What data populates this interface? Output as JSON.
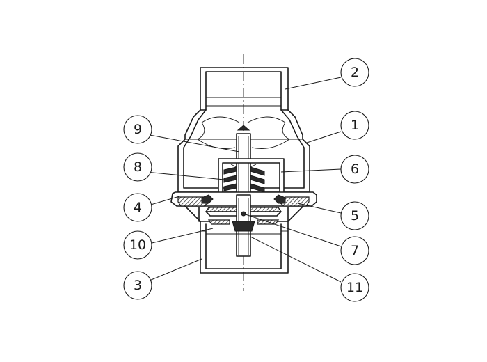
{
  "callouts": [
    {
      "id": "2",
      "label": "2"
    },
    {
      "id": "1",
      "label": "1"
    },
    {
      "id": "9",
      "label": "9"
    },
    {
      "id": "6",
      "label": "6"
    },
    {
      "id": "8",
      "label": "8"
    },
    {
      "id": "4",
      "label": "4"
    },
    {
      "id": "5",
      "label": "5"
    },
    {
      "id": "10",
      "label": "10"
    },
    {
      "id": "7",
      "label": "7"
    },
    {
      "id": "3",
      "label": "3"
    },
    {
      "id": "11",
      "label": "11"
    }
  ]
}
